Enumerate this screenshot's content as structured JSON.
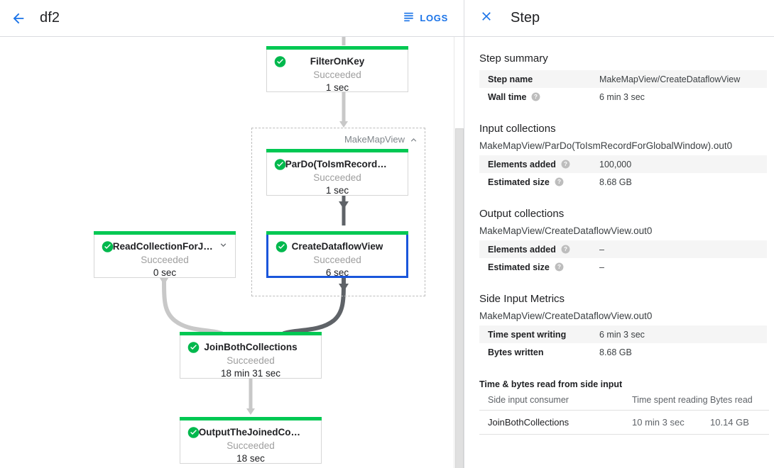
{
  "toolbar": {
    "back_icon": "arrow-left-icon",
    "job_title": "df2",
    "logs_label": "LOGS",
    "logs_icon": "list-icon",
    "accent_color": "#1a73e8"
  },
  "graph": {
    "group": {
      "label": "MakeMapView",
      "collapse_icon": "chevron-up-icon"
    },
    "nodes": [
      {
        "id": "filter-on-key",
        "title": "FilterOnKey",
        "status": "Succeeded",
        "time": "1 sec",
        "selected": false,
        "status_icon": "check-circle-icon",
        "expand_icon": null
      },
      {
        "id": "pardo-toismrecordfor",
        "title": "ParDo(ToIsmRecordFor…",
        "status": "Succeeded",
        "time": "1 sec",
        "selected": false,
        "status_icon": "check-circle-icon",
        "expand_icon": null
      },
      {
        "id": "create-dataflow-view",
        "title": "CreateDataflowView",
        "status": "Succeeded",
        "time": "6 sec",
        "selected": true,
        "status_icon": "check-circle-icon",
        "expand_icon": null
      },
      {
        "id": "read-collection-for-join",
        "title": "ReadCollectionForJoin",
        "status": "Succeeded",
        "time": "0 sec",
        "selected": false,
        "status_icon": "check-circle-icon",
        "expand_icon": "chevron-down-icon"
      },
      {
        "id": "join-both-collections",
        "title": "JoinBothCollections",
        "status": "Succeeded",
        "time": "18 min 31 sec",
        "selected": false,
        "status_icon": "check-circle-icon",
        "expand_icon": null
      },
      {
        "id": "output-the-joined-collection",
        "title": "OutputTheJoinedCollec…",
        "status": "Succeeded",
        "time": "18 sec",
        "selected": false,
        "status_icon": "check-circle-icon",
        "expand_icon": null
      }
    ],
    "status_color": "#00c853",
    "selected_border_color": "#1a56db"
  },
  "panel": {
    "close_icon": "close-icon",
    "title": "Step",
    "step_summary": {
      "heading": "Step summary",
      "rows": [
        {
          "key": "Step name",
          "value": "MakeMapView/CreateDataflowView",
          "help": false
        },
        {
          "key": "Wall time",
          "value": "6 min 3 sec",
          "help": true
        }
      ]
    },
    "input_collections": {
      "heading": "Input collections",
      "collection": "MakeMapView/ParDo(ToIsmRecordForGlobalWindow).out0",
      "rows": [
        {
          "key": "Elements added",
          "value": "100,000",
          "help": true
        },
        {
          "key": "Estimated size",
          "value": "8.68 GB",
          "help": true
        }
      ]
    },
    "output_collections": {
      "heading": "Output collections",
      "collection": "MakeMapView/CreateDataflowView.out0",
      "rows": [
        {
          "key": "Elements added",
          "value": "–",
          "help": true
        },
        {
          "key": "Estimated size",
          "value": "–",
          "help": true
        }
      ]
    },
    "side_input_metrics": {
      "heading": "Side Input Metrics",
      "collection": "MakeMapView/CreateDataflowView.out0",
      "rows": [
        {
          "key": "Time spent writing",
          "value": "6 min 3 sec",
          "help": false
        },
        {
          "key": "Bytes written",
          "value": "8.68 GB",
          "help": false
        }
      ]
    },
    "side_input_read": {
      "heading": "Time & bytes read from side input",
      "columns": [
        "Side input consumer",
        "Time spent reading",
        "Bytes read"
      ],
      "rows": [
        [
          "JoinBothCollections",
          "10 min 3 sec",
          "10.14 GB"
        ]
      ]
    }
  }
}
